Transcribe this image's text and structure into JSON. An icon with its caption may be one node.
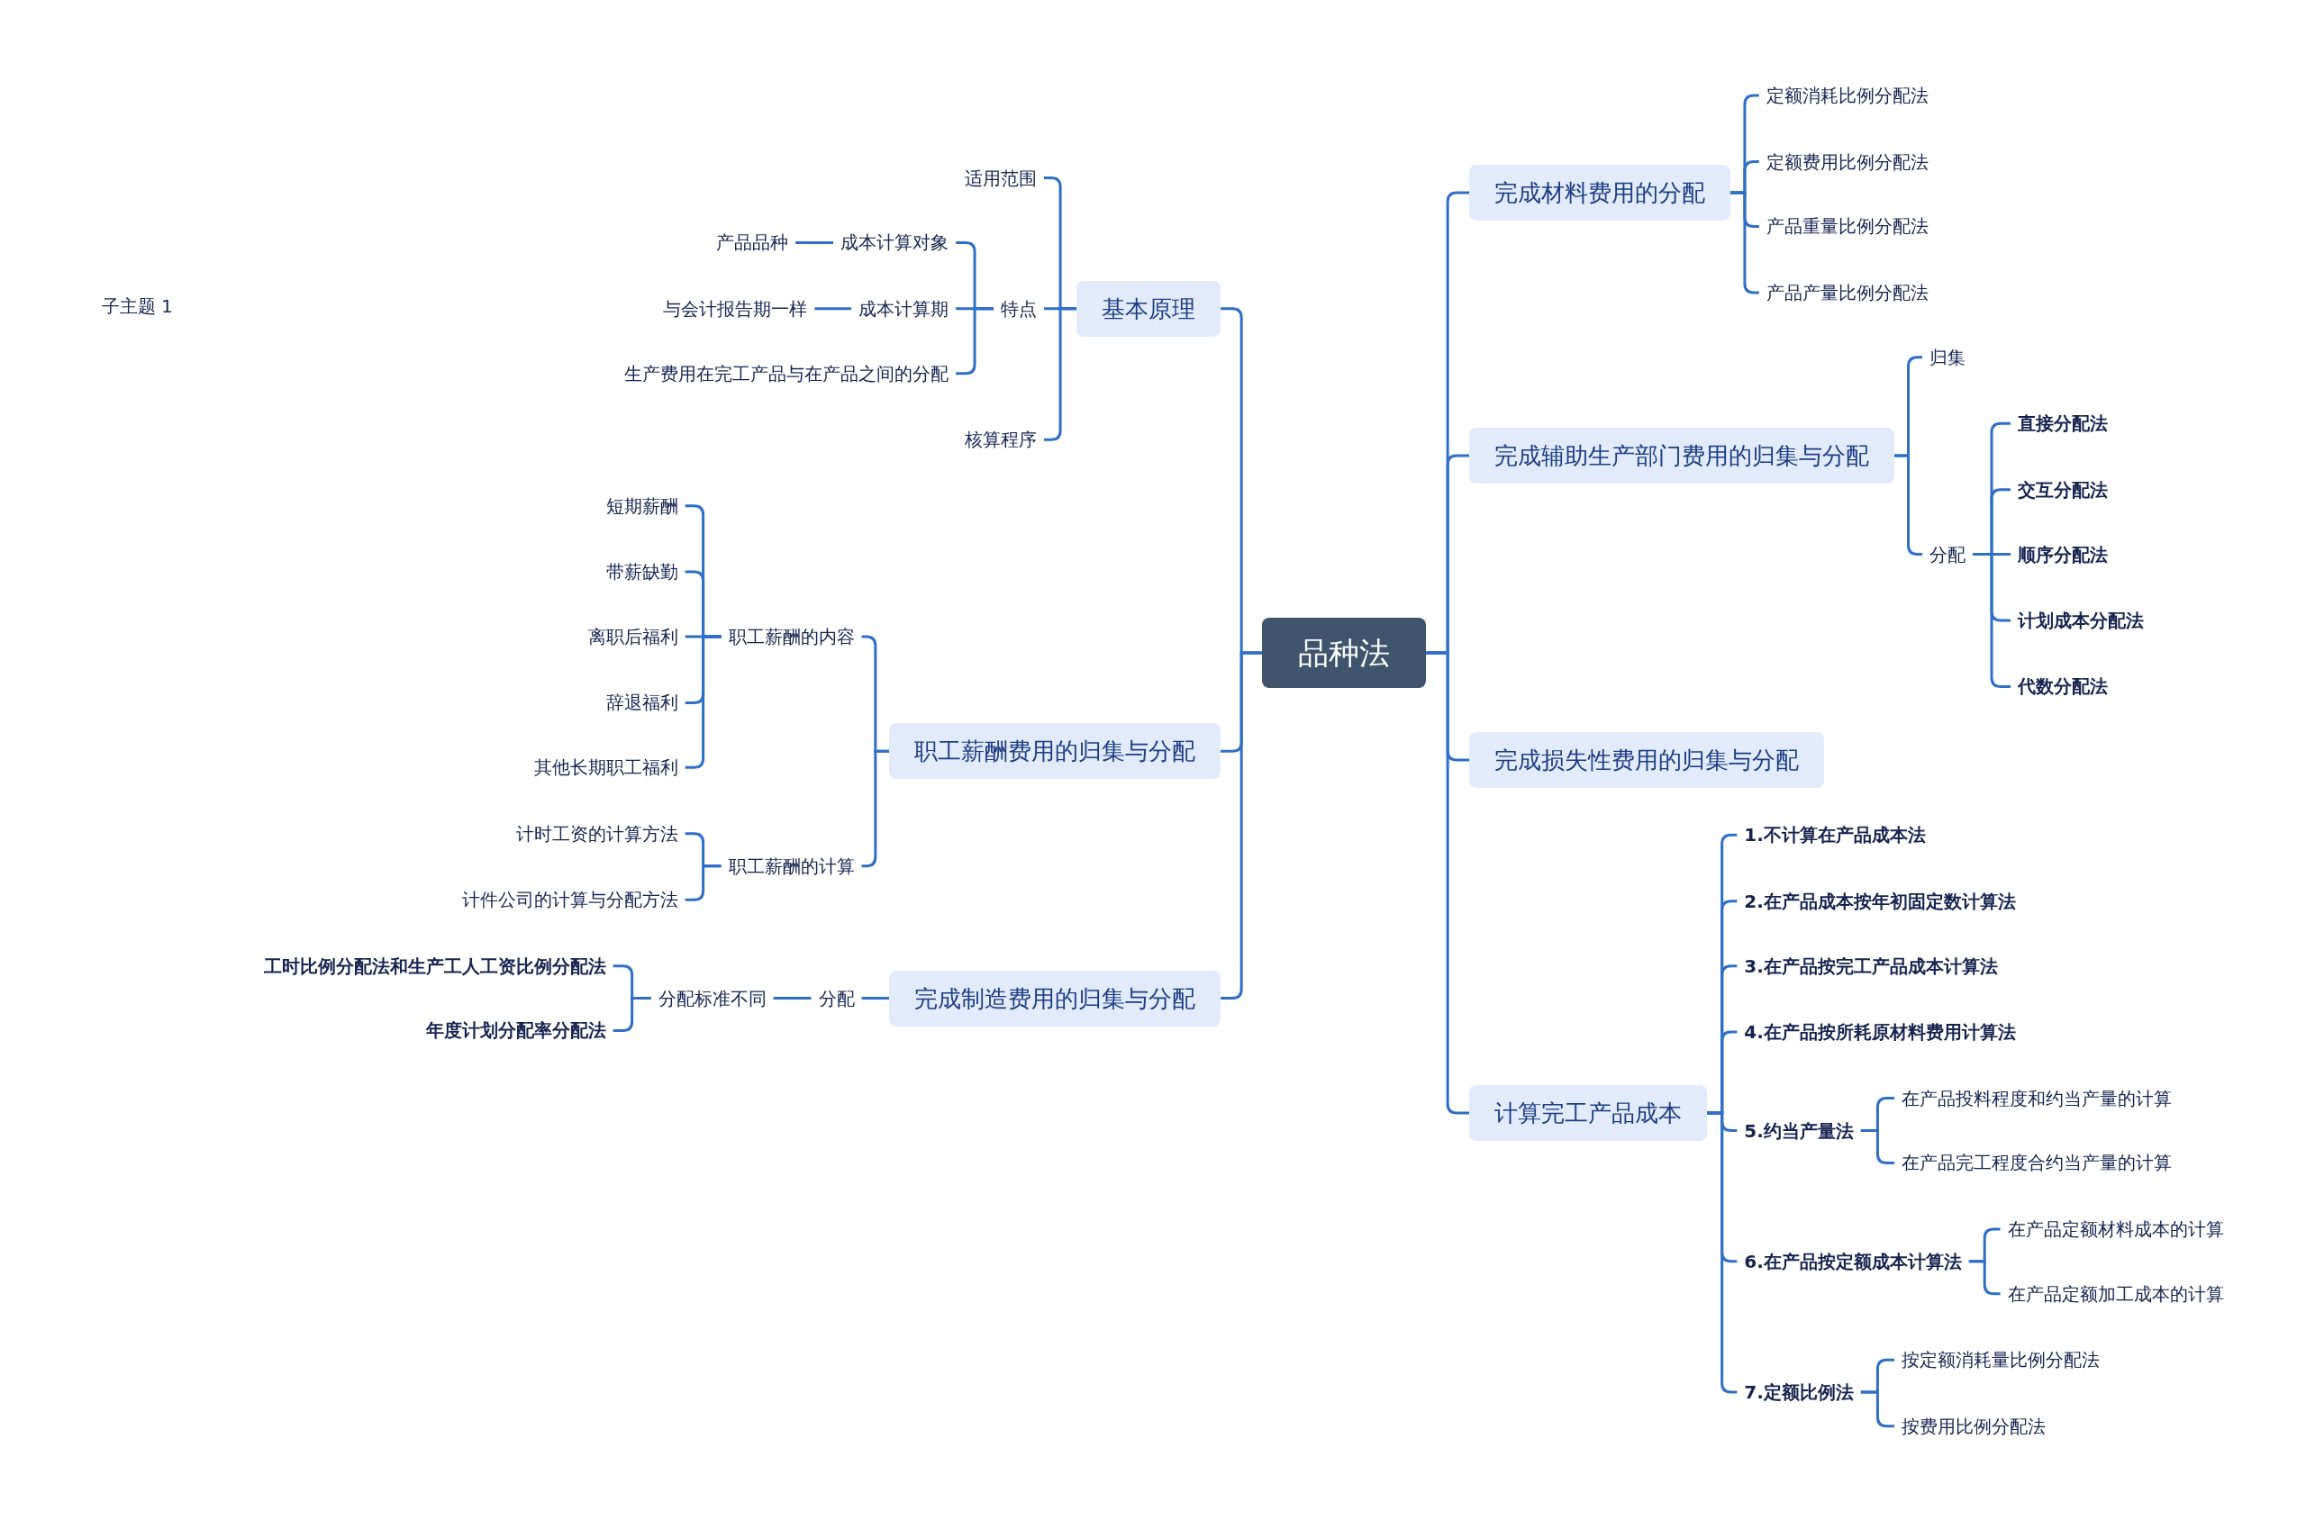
{
  "diagram": {
    "nodes": [
      {
        "text": [
          "品种法"
        ]
      },
      {
        "text": [
          "基本原理"
        ]
      },
      {
        "text": [
          "适用范围"
        ]
      },
      {
        "text": [
          "特点"
        ]
      },
      {
        "text": [
          "成本计算对象"
        ]
      },
      {
        "text": [
          "产品品种"
        ]
      },
      {
        "text": [
          "成本计算期"
        ]
      },
      {
        "text": [
          "与会计报告期一样"
        ]
      },
      {
        "text": [
          "生产费用在完工产品与在产品之间的分配"
        ]
      },
      {
        "text": [
          "核算程序"
        ]
      },
      {
        "text": [
          "职工薪酬费用的归集与分配"
        ]
      },
      {
        "text": [
          "职工薪酬的内容"
        ]
      },
      {
        "text": [
          "短期薪酬"
        ]
      },
      {
        "text": [
          "带薪缺勤"
        ]
      },
      {
        "text": [
          "离职后福利"
        ]
      },
      {
        "text": [
          "辞退福利"
        ]
      },
      {
        "text": [
          "其他长期职工福利"
        ]
      },
      {
        "text": [
          "职工薪酬的计算"
        ]
      },
      {
        "text": [
          "计时工资的计算方法"
        ]
      },
      {
        "text": [
          "计件公司的计算与分配方法"
        ]
      },
      {
        "text": [
          "完成制造费用的归集与分配"
        ]
      },
      {
        "text": [
          "分配"
        ]
      },
      {
        "text": [
          "分配标准不同"
        ]
      },
      {
        "text": [
          "工时比例分配法和生产工人工资比例分配法"
        ]
      },
      {
        "text": [
          "年度计划分配率分配法"
        ]
      },
      {
        "text": [
          "完成材料费用的分配"
        ]
      },
      {
        "text": [
          "定额消耗比例分配法"
        ]
      },
      {
        "text": [
          "定额费用比例分配法"
        ]
      },
      {
        "text": [
          "产品重量比例分配法"
        ]
      },
      {
        "text": [
          "产品产量比例分配法"
        ]
      },
      {
        "text": [
          "完成辅助生产部门费用的归集与分配"
        ]
      },
      {
        "text": [
          "归集"
        ]
      },
      {
        "text": [
          "分配"
        ]
      },
      {
        "text": [
          "直接分配法"
        ]
      },
      {
        "text": [
          "交互分配法"
        ]
      },
      {
        "text": [
          "顺序分配法"
        ]
      },
      {
        "text": [
          "计划成本分配法"
        ]
      },
      {
        "text": [
          "代数分配法"
        ]
      },
      {
        "text": [
          "完成损失性费用的归集与分配"
        ]
      },
      {
        "text": [
          "计算完工产品成本"
        ]
      },
      {
        "text": [
          "1.不计算在产品成本法"
        ]
      },
      {
        "text": [
          "2.在产品成本按年初固定数计算法"
        ]
      },
      {
        "text": [
          "3.在产品按完工产品成本计算法"
        ]
      },
      {
        "text": [
          "4.在产品按所耗原材料费用计算法"
        ]
      },
      {
        "text": [
          "5.约当产量法"
        ]
      },
      {
        "text": [
          "在产品投料程度和约当产量的计算"
        ]
      },
      {
        "text": [
          "在产品完工程度合约当产量的计算"
        ]
      },
      {
        "text": [
          "6.在产品按定额成本计算法"
        ]
      },
      {
        "text": [
          "在产品定额材料成本的计算"
        ]
      },
      {
        "text": [
          "在产品定额加工成本的计算"
        ]
      },
      {
        "text": [
          "7.定额比例法"
        ]
      },
      {
        "text": [
          "按定额消耗量比例分配法"
        ]
      },
      {
        "text": [
          "按费用比例分配法"
        ]
      }
    ],
    "edges": [
      {
        "from": 0,
        "to": 1,
        "arrow": "none"
      },
      {
        "from": 0,
        "to": 10,
        "arrow": "none"
      },
      {
        "from": 0,
        "to": 20,
        "arrow": "none"
      },
      {
        "from": 0,
        "to": 25,
        "arrow": "none"
      },
      {
        "from": 0,
        "to": 30,
        "arrow": "none"
      },
      {
        "from": 0,
        "to": 38,
        "arrow": "none"
      },
      {
        "from": 0,
        "to": 39,
        "arrow": "none"
      },
      {
        "from": 1,
        "to": 2,
        "arrow": "none"
      },
      {
        "from": 1,
        "to": 3,
        "arrow": "none"
      },
      {
        "from": 1,
        "to": 9,
        "arrow": "none"
      },
      {
        "from": 3,
        "to": 4,
        "arrow": "none"
      },
      {
        "from": 3,
        "to": 6,
        "arrow": "none"
      },
      {
        "from": 3,
        "to": 8,
        "arrow": "none"
      },
      {
        "from": 4,
        "to": 5,
        "arrow": "none"
      },
      {
        "from": 6,
        "to": 7,
        "arrow": "none"
      },
      {
        "from": 10,
        "to": 11,
        "arrow": "none"
      },
      {
        "from": 10,
        "to": 17,
        "arrow": "none"
      },
      {
        "from": 11,
        "to": 12,
        "arrow": "none"
      },
      {
        "from": 11,
        "to": 13,
        "arrow": "none"
      },
      {
        "from": 11,
        "to": 14,
        "arrow": "none"
      },
      {
        "from": 11,
        "to": 15,
        "arrow": "none"
      },
      {
        "from": 11,
        "to": 16,
        "arrow": "none"
      },
      {
        "from": 17,
        "to": 18,
        "arrow": "none"
      },
      {
        "from": 17,
        "to": 19,
        "arrow": "none"
      },
      {
        "from": 20,
        "to": 21,
        "arrow": "none"
      },
      {
        "from": 21,
        "to": 22,
        "arrow": "none"
      },
      {
        "from": 22,
        "to": 23,
        "arrow": "none"
      },
      {
        "from": 22,
        "to": 24,
        "arrow": "none"
      },
      {
        "from": 25,
        "to": 26,
        "arrow": "none"
      },
      {
        "from": 25,
        "to": 27,
        "arrow": "none"
      },
      {
        "from": 25,
        "to": 28,
        "arrow": "none"
      },
      {
        "from": 25,
        "to": 29,
        "arrow": "none"
      },
      {
        "from": 30,
        "to": 31,
        "arrow": "none"
      },
      {
        "from": 30,
        "to": 32,
        "arrow": "none"
      },
      {
        "from": 32,
        "to": 33,
        "arrow": "none"
      },
      {
        "from": 32,
        "to": 34,
        "arrow": "none"
      },
      {
        "from": 32,
        "to": 35,
        "arrow": "none"
      },
      {
        "from": 32,
        "to": 36,
        "arrow": "none"
      },
      {
        "from": 32,
        "to": 37,
        "arrow": "none"
      },
      {
        "from": 39,
        "to": 40,
        "arrow": "none"
      },
      {
        "from": 39,
        "to": 41,
        "arrow": "none"
      },
      {
        "from": 39,
        "to": 42,
        "arrow": "none"
      },
      {
        "from": 39,
        "to": 43,
        "arrow": "none"
      },
      {
        "from": 39,
        "to": 44,
        "arrow": "none"
      },
      {
        "from": 39,
        "to": 47,
        "arrow": "none"
      },
      {
        "from": 39,
        "to": 50,
        "arrow": "none"
      },
      {
        "from": 44,
        "to": 45,
        "arrow": "none"
      },
      {
        "from": 44,
        "to": 46,
        "arrow": "none"
      },
      {
        "from": 47,
        "to": 48,
        "arrow": "none"
      },
      {
        "from": 47,
        "to": 49,
        "arrow": "none"
      },
      {
        "from": 50,
        "to": 51,
        "arrow": "none"
      },
      {
        "from": 50,
        "to": 52,
        "arrow": "none"
      }
    ],
    "labels": [
      "子主题 1"
    ]
  }
}
